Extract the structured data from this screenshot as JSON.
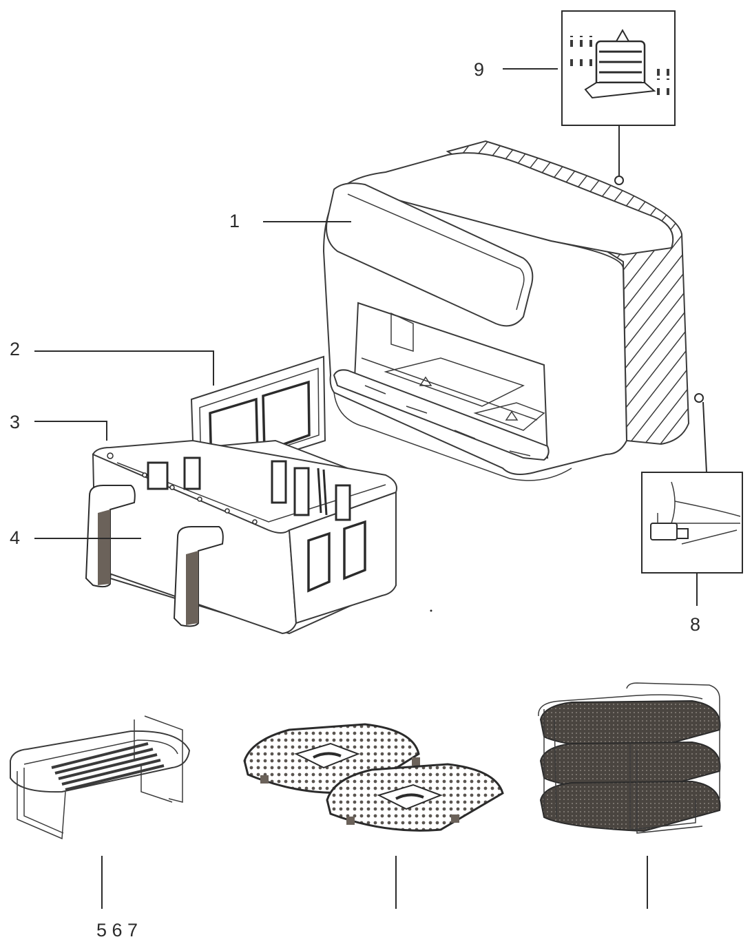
{
  "labels": {
    "main_unit": "1",
    "window": "2",
    "rim": "3",
    "basket": "4",
    "accessories_567": "5 6 7",
    "power_plug": "8",
    "air_outlet": "9"
  },
  "colors": {
    "line": "#2b2b2b",
    "mesh_dark": "#4a4540",
    "handle": "#6b625a",
    "background": "#ffffff"
  }
}
